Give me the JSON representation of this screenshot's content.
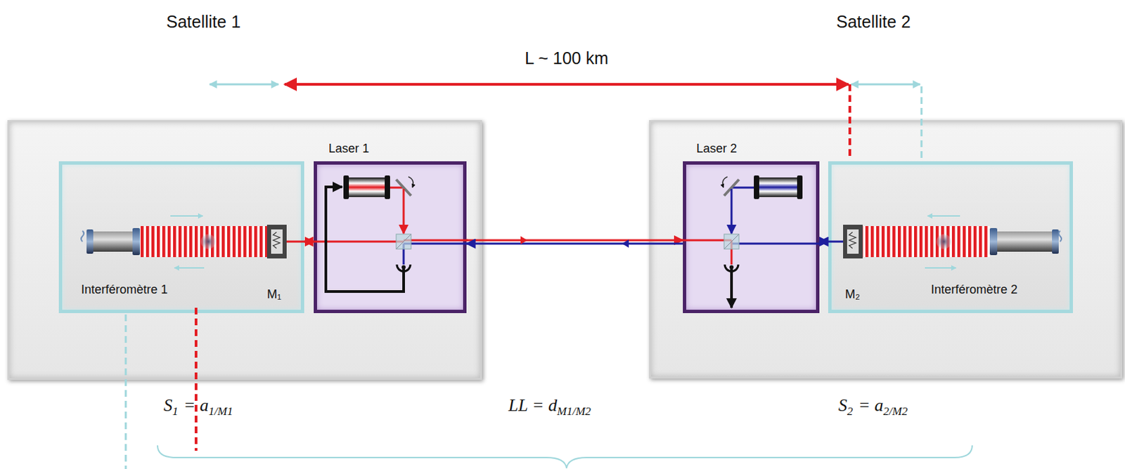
{
  "diagram": {
    "nodes": [
      {
        "text": [
          "Satellite 1"
        ]
      },
      {
        "text": [
          "Interféromètre 1"
        ],
        "in": 0
      },
      {
        "text": [
          "Laser 1"
        ],
        "in": 0
      },
      {
        "text": [
          "Satellite 2"
        ]
      },
      {
        "text": [
          "Laser 2"
        ],
        "in": 3
      },
      {
        "text": [
          "Interféromètre 2"
        ],
        "in": 3
      }
    ],
    "edges": [
      {
        "from": 1,
        "to": 2,
        "arrow": "both"
      },
      {
        "from": 2,
        "to": 4,
        "arrow": "both"
      },
      {
        "from": 4,
        "to": 5,
        "arrow": "both"
      }
    ],
    "labels": [
      "L ~ 100 km",
      "M₁",
      "M₂",
      "S",
      "1",
      "= a",
      "1/M1",
      "LL = d",
      "M1/M2",
      "S",
      "2",
      "= a",
      "2/M2"
    ]
  }
}
